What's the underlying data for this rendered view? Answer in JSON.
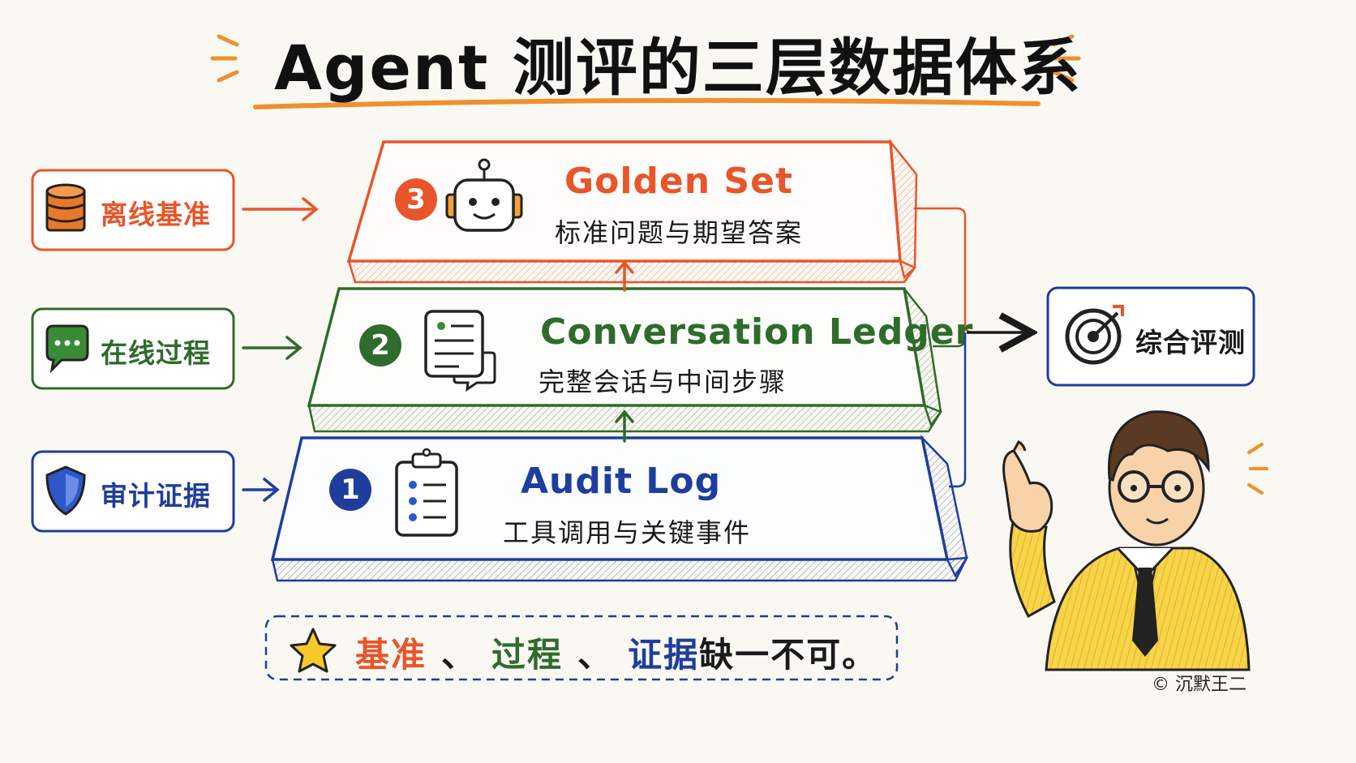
{
  "title": "Agent 测评的三层数据体系",
  "colors": {
    "orange": "#e8552a",
    "green": "#2f6b2c",
    "blue": "#1f3d9c",
    "title_underline": "#f0902a",
    "motto_border": "#1f3d9c",
    "background": "#faf8f3"
  },
  "left_tags": [
    {
      "label": "离线基准",
      "icon": "database-icon",
      "color": "orange"
    },
    {
      "label": "在线过程",
      "icon": "chat-bubble-icon",
      "color": "green"
    },
    {
      "label": "审计证据",
      "icon": "shield-icon",
      "color": "blue"
    }
  ],
  "layers": [
    {
      "number": "3",
      "title": "Golden Set",
      "subtitle": "标准问题与期望答案",
      "icon": "robot-icon",
      "color": "orange"
    },
    {
      "number": "2",
      "title": "Conversation Ledger",
      "subtitle": "完整会话与中间步骤",
      "icon": "document-chat-icon",
      "color": "green"
    },
    {
      "number": "1",
      "title": "Audit Log",
      "subtitle": "工具调用与关键事件",
      "icon": "clipboard-list-icon",
      "color": "blue"
    }
  ],
  "evaluation": {
    "label": "综合评测",
    "icon": "target-icon"
  },
  "motto": {
    "icon": "star-icon",
    "part1": "基准",
    "sep1": "、",
    "part2": "过程",
    "sep2": "、",
    "part3": "证据",
    "tail": "缺一不可。"
  },
  "credit": "© 沉默王二"
}
